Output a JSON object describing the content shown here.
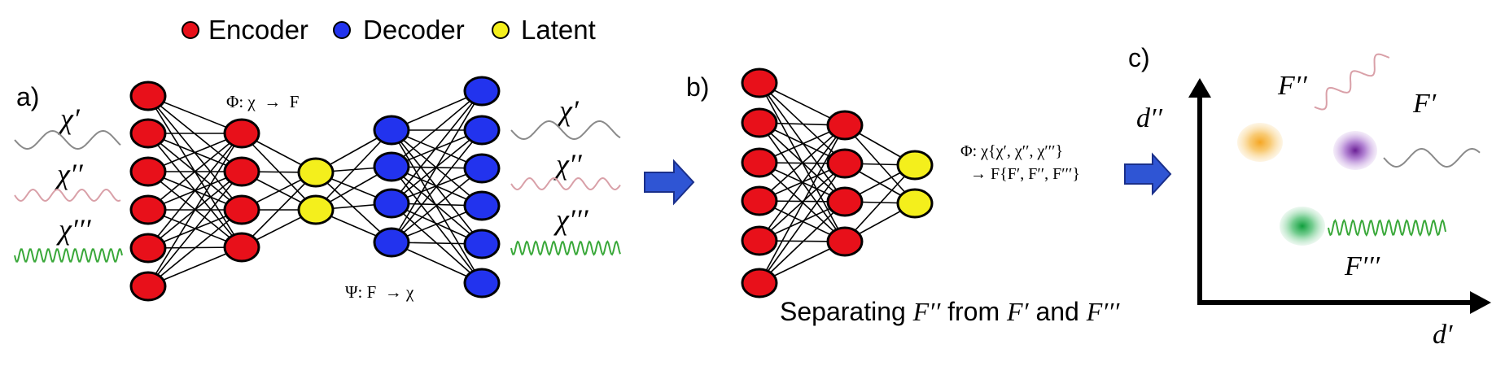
{
  "legend": [
    {
      "label": "Encoder",
      "color": "#e8101a"
    },
    {
      "label": "Decoder",
      "color": "#2233ee"
    },
    {
      "label": "Latent",
      "color": "#f4ef1c"
    }
  ],
  "panel_a": {
    "letter": "a)",
    "left_signals": [
      "χ′",
      "χ′′",
      "χ′′′"
    ],
    "right_signals": [
      "χ′",
      "χ′′",
      "χ′′′"
    ],
    "encoder_eq": "Φ: χ  →  F",
    "decoder_eq": "Ψ: F  → χ"
  },
  "panel_b": {
    "letter": "b)",
    "eq_line1": "Φ: χ{χ′, χ′′, χ′′′}",
    "eq_line2": "→ F{F′, F′′, F′′′}",
    "caption_prefix": "Separating ",
    "caption_f2": "F′′",
    "caption_mid": " from ",
    "caption_f1": "F′",
    "caption_and": " and ",
    "caption_f3": "F′′′"
  },
  "panel_c": {
    "letter": "c)",
    "y_axis_label": "d′′",
    "x_axis_label": "d′",
    "cluster_labels": {
      "f2": "F′′",
      "f1": "F′",
      "f3": "F′′′"
    },
    "cluster_colors": {
      "f2": "#f5a623",
      "f1": "#8b3fb5",
      "f3": "#1fae4c"
    }
  },
  "colors": {
    "encoder": "#e8101a",
    "decoder": "#2233ee",
    "latent": "#f4ef1c",
    "arrow": "#2f55d4",
    "wave_gray": "#8a8a8a",
    "wave_pink": "#d9a0a8",
    "wave_green": "#3aa83a"
  }
}
